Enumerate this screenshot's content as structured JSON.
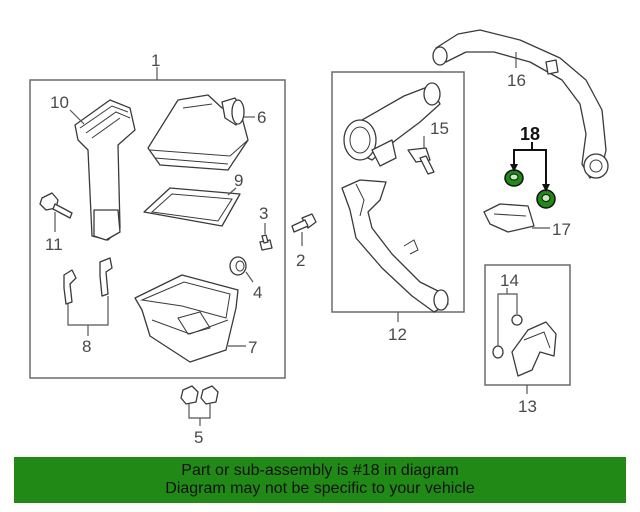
{
  "callouts": {
    "c1": "1",
    "c2": "2",
    "c3": "3",
    "c4": "4",
    "c5": "5",
    "c6": "6",
    "c7": "7",
    "c8": "8",
    "c9": "9",
    "c10": "10",
    "c11": "11",
    "c12": "12",
    "c13": "13",
    "c14": "14",
    "c15": "15",
    "c16": "16",
    "c17": "17",
    "c18": "18"
  },
  "highlight_part": "18",
  "banner": {
    "line1": "Part or sub-assembly is #18 in diagram",
    "line2": "Diagram may not be specific to your vehicle",
    "color": "#218a16"
  },
  "colors": {
    "highlight_fill": "#1f8a14",
    "line": "#3a3a3a"
  }
}
